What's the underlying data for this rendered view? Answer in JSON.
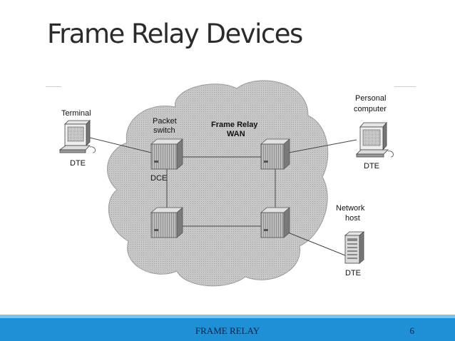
{
  "title": "Frame Relay Devices",
  "diagram": {
    "cloud_label_line1": "Frame Relay",
    "cloud_label_line2": "WAN",
    "packet_switch_line1": "Packet",
    "packet_switch_line2": "switch",
    "terminal_label": "Terminal",
    "terminal_role": "DTE",
    "dce_label": "DCE",
    "computer_line1": "Personal",
    "computer_line2": "computer",
    "computer_role": "DTE",
    "host_line1": "Network",
    "host_line2": "host",
    "host_role": "DTE"
  },
  "footer": {
    "label": "FRAME RELAY",
    "page_number": "6"
  },
  "colors": {
    "footer_bar": "#1f8fd6",
    "footer_strip": "#7fc3ea",
    "cloud": "#c6c6c6"
  }
}
